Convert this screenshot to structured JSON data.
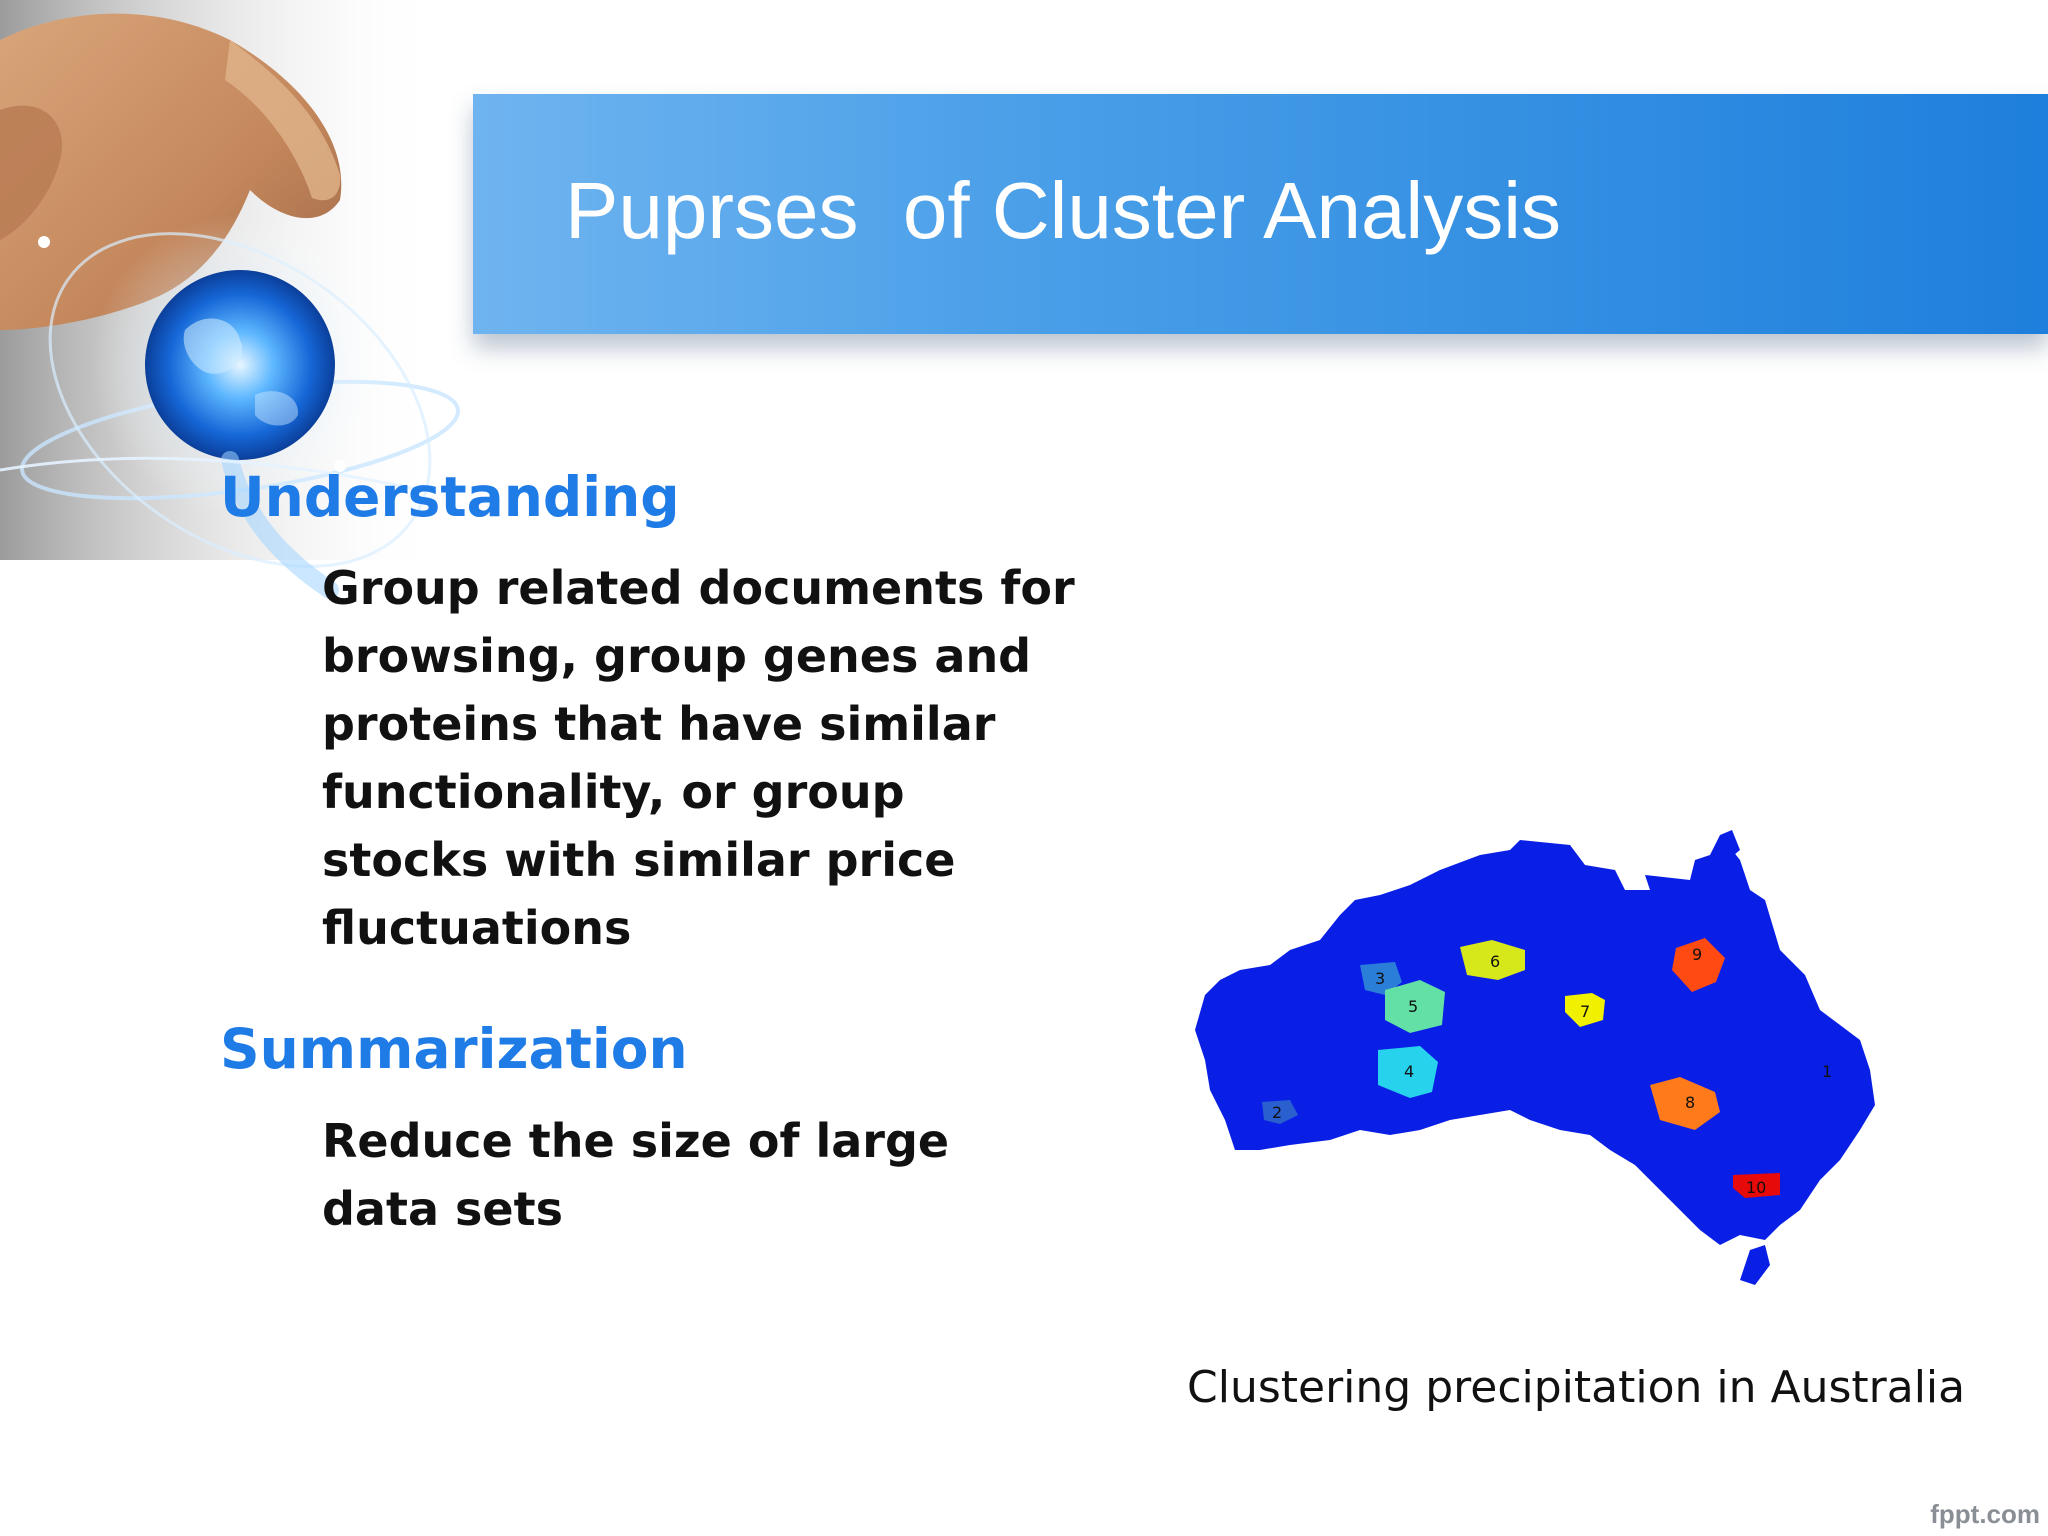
{
  "slide": {
    "title": "Puprses  of Cluster Analysis",
    "sections": [
      {
        "heading": "Understanding",
        "body": "Group related documents for browsing, group genes and proteins that have similar functionality, or group stocks with similar price fluctuations"
      },
      {
        "heading": "Summarization",
        "body": "Reduce the size of large data sets"
      }
    ],
    "figure": {
      "caption": "Clustering precipitation in Australia",
      "cluster_labels": [
        "1",
        "2",
        "3",
        "4",
        "5",
        "6",
        "7",
        "8",
        "9",
        "10"
      ]
    },
    "watermark": "fppt.com"
  },
  "colors": {
    "title_band": "#1e7fdc",
    "heading": "#1f7be6",
    "map_base": "#0a1fe6"
  }
}
